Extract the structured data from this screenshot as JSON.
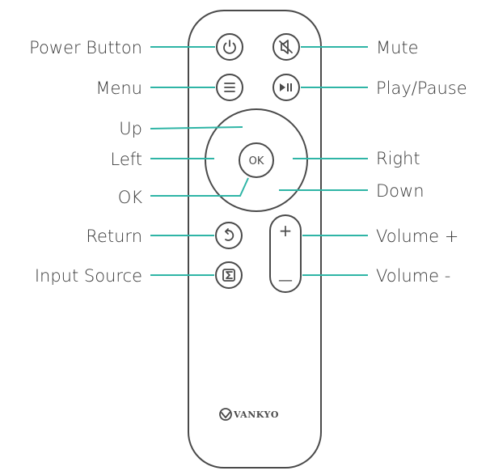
{
  "labels": {
    "power": "Power Button",
    "mute": "Mute",
    "menu": "Menu",
    "play_pause": "Play/Pause",
    "up": "Up",
    "left": "Left",
    "right": "Right",
    "ok": "OK",
    "down": "Down",
    "return": "Return",
    "volume_up": "Volume +",
    "input_source": "Input Source",
    "volume_down": "Volume -"
  },
  "remote": {
    "ok_button_text": "OK",
    "volume_plus_symbol": "+",
    "volume_minus_symbol": "—",
    "brand": "VANKYO"
  },
  "icons": {
    "power": "power-icon",
    "mute": "mute-speaker-icon",
    "menu": "hamburger-menu-icon",
    "play_pause": "play-pause-icon",
    "return": "return-arrow-icon",
    "input_source": "input-source-icon",
    "logo": "vankyo-logo-icon"
  },
  "colors": {
    "leader_line": "#2fb5a6",
    "outline": "#4a4a4a",
    "text": "#3a3a3a"
  }
}
